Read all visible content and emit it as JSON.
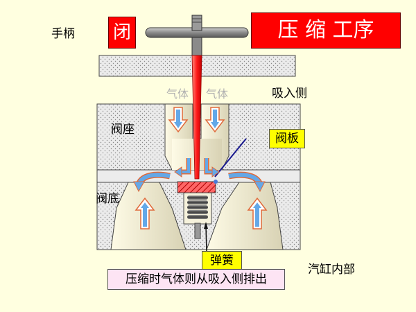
{
  "labels": {
    "handle": "手柄",
    "suction_side": "吸入侧",
    "valve_seat": "阀座",
    "valve_base": "阀底",
    "cylinder_interior": "汽缸内部",
    "gas_left": "气体",
    "gas_right": "气体"
  },
  "badges": {
    "state": "闭",
    "process_title": "压 缩 工序",
    "valve_plate": "阀板",
    "spring": "弹簧",
    "caption": "压缩时气体则从吸入侧排出"
  },
  "colors": {
    "background": "#ffffe0",
    "title_red": "#ff0000",
    "badge_yellow": "#ffff00",
    "caption_pink": "#fde4f4",
    "body_gray": "#e9e9e9",
    "arrow_blue": "#64a8e8",
    "rod_red": "#ff3030",
    "pointer_line": "#1a1a90"
  }
}
